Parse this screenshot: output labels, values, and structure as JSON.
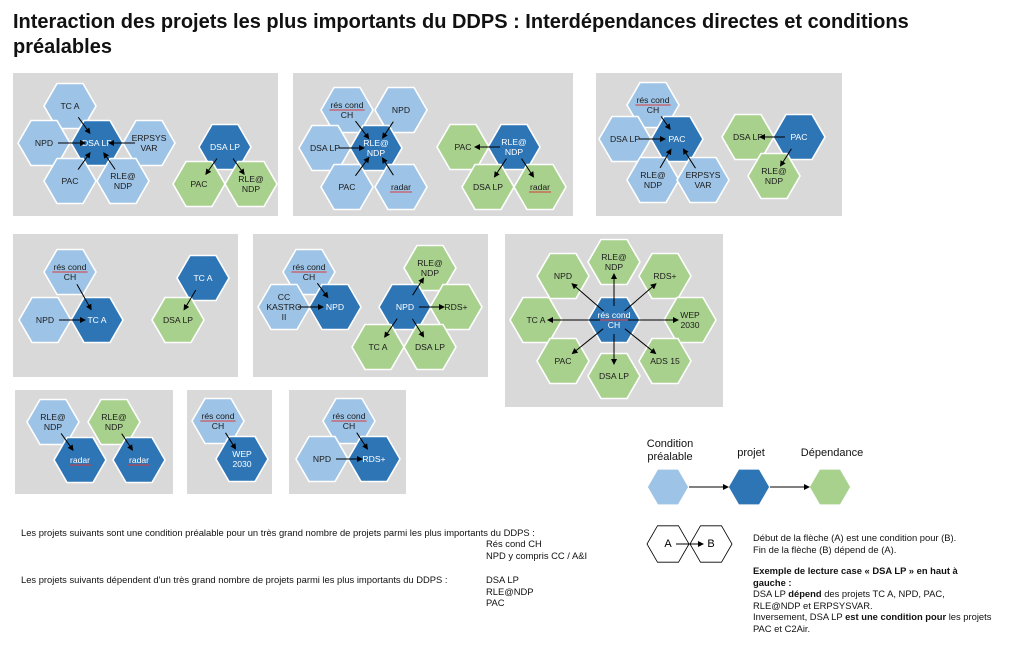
{
  "title": "Interaction des projets les plus importants du DDPS : Interdépendances directes et conditions préalables",
  "colors": {
    "prerequisite": "#9dc3e6",
    "project": "#2e75b6",
    "dependence": "#a9d18e",
    "panel": "#d9d9d9",
    "arrow": "#000000",
    "underline": "#d83b3b"
  },
  "panels": [
    {
      "hexes": [
        {
          "label": "TC A",
          "role": "prerequisite"
        },
        {
          "label": "NPD",
          "role": "prerequisite"
        },
        {
          "label": "DSA LP",
          "role": "project"
        },
        {
          "label": "ERPSYS\nVAR",
          "role": "prerequisite"
        },
        {
          "label": "PAC",
          "role": "prerequisite"
        },
        {
          "label": "RLE@\nNDP",
          "role": "prerequisite"
        },
        {
          "label": "DSA LP",
          "role": "project"
        },
        {
          "label": "PAC",
          "role": "dependence"
        },
        {
          "label": "RLE@\nNDP",
          "role": "dependence"
        }
      ]
    },
    {
      "hexes": [
        {
          "label": "rés cond\nCH",
          "role": "prerequisite"
        },
        {
          "label": "NPD",
          "role": "prerequisite"
        },
        {
          "label": "DSA LP",
          "role": "prerequisite"
        },
        {
          "label": "RLE@\nNDP",
          "role": "project"
        },
        {
          "label": "PAC",
          "role": "prerequisite"
        },
        {
          "label": "radar",
          "role": "prerequisite"
        },
        {
          "label": "PAC",
          "role": "dependence"
        },
        {
          "label": "RLE@\nNDP",
          "role": "project"
        },
        {
          "label": "DSA LP",
          "role": "dependence"
        },
        {
          "label": "radar",
          "role": "dependence"
        }
      ]
    },
    {
      "hexes": [
        {
          "label": "rés cond\nCH",
          "role": "prerequisite"
        },
        {
          "label": "DSA LP",
          "role": "prerequisite"
        },
        {
          "label": "PAC",
          "role": "project"
        },
        {
          "label": "RLE@\nNDP",
          "role": "prerequisite"
        },
        {
          "label": "ERPSYS\nVAR",
          "role": "prerequisite"
        },
        {
          "label": "DSA LP",
          "role": "dependence"
        },
        {
          "label": "PAC",
          "role": "project"
        },
        {
          "label": "RLE@\nNDP",
          "role": "dependence"
        }
      ]
    },
    {
      "hexes": [
        {
          "label": "rés cond\nCH",
          "role": "prerequisite"
        },
        {
          "label": "NPD",
          "role": "prerequisite"
        },
        {
          "label": "TC A",
          "role": "project"
        },
        {
          "label": "TC A",
          "role": "project"
        },
        {
          "label": "DSA LP",
          "role": "dependence"
        }
      ]
    },
    {
      "hexes": [
        {
          "label": "rés cond\nCH",
          "role": "prerequisite"
        },
        {
          "label": "CC\nKASTRO\nII",
          "role": "prerequisite"
        },
        {
          "label": "NPD",
          "role": "project"
        },
        {
          "label": "RLE@\nNDP",
          "role": "dependence"
        },
        {
          "label": "NPD",
          "role": "project"
        },
        {
          "label": "RDS+",
          "role": "dependence"
        },
        {
          "label": "TC A",
          "role": "dependence"
        },
        {
          "label": "DSA LP",
          "role": "dependence"
        }
      ]
    },
    {
      "hexes": [
        {
          "label": "RLE@\nNDP",
          "role": "dependence"
        },
        {
          "label": "NPD",
          "role": "dependence"
        },
        {
          "label": "RDS+",
          "role": "dependence"
        },
        {
          "label": "TC A",
          "role": "dependence"
        },
        {
          "label": "rés cond\nCH",
          "role": "project"
        },
        {
          "label": "WEP\n2030",
          "role": "dependence"
        },
        {
          "label": "PAC",
          "role": "dependence"
        },
        {
          "label": "ADS 15",
          "role": "dependence"
        },
        {
          "label": "DSA LP",
          "role": "dependence"
        }
      ]
    },
    {
      "hexes": [
        {
          "label": "RLE@\nNDP",
          "role": "prerequisite"
        },
        {
          "label": "radar",
          "role": "project"
        },
        {
          "label": "RLE@\nNDP",
          "role": "dependence"
        },
        {
          "label": "radar",
          "role": "project"
        }
      ]
    },
    {
      "hexes": [
        {
          "label": "rés cond\nCH",
          "role": "prerequisite"
        },
        {
          "label": "WEP\n2030",
          "role": "project"
        }
      ]
    },
    {
      "hexes": [
        {
          "label": "rés cond\nCH",
          "role": "prerequisite"
        },
        {
          "label": "NPD",
          "role": "prerequisite"
        },
        {
          "label": "RDS+",
          "role": "project"
        }
      ]
    }
  ],
  "legend": {
    "prerequisite": "Condition\npréalable",
    "project": "projet",
    "dependence": "Dépendance",
    "hex_a": "A",
    "hex_b": "B"
  },
  "notes": {
    "prereq_intro": "Les projets suivants sont une condition préalable pour un très grand nombre de projets parmi les plus importants du DDPS :",
    "prereq_items": [
      "Rés cond CH",
      "NPD y compris CC / A&I"
    ],
    "dep_intro": "Les projets suivants dépendent d'un très grand nombre de projets parmi les plus importants du DDPS :",
    "dep_items": [
      "DSA LP",
      "RLE@NDP",
      "PAC"
    ]
  },
  "explanation": {
    "line1": "Début de la flèche (A) est une condition pour (B).",
    "line2": "Fin de la flèche (B) dépend de (A).",
    "example_title_1": "Exemple de lecture case « DSA LP » en haut à",
    "example_title_2": "gauche :",
    "ex1_a": "DSA LP ",
    "ex1_b": "dépend",
    "ex1_c": " des projets TC A, NPD, PAC,",
    "ex2": "RLE@NDP et ERPSYSVAR.",
    "ex3_a": "Inversement, DSA LP ",
    "ex3_b": "est une condition pour",
    "ex3_c": " les projets",
    "ex4": "PAC et C2Air."
  }
}
